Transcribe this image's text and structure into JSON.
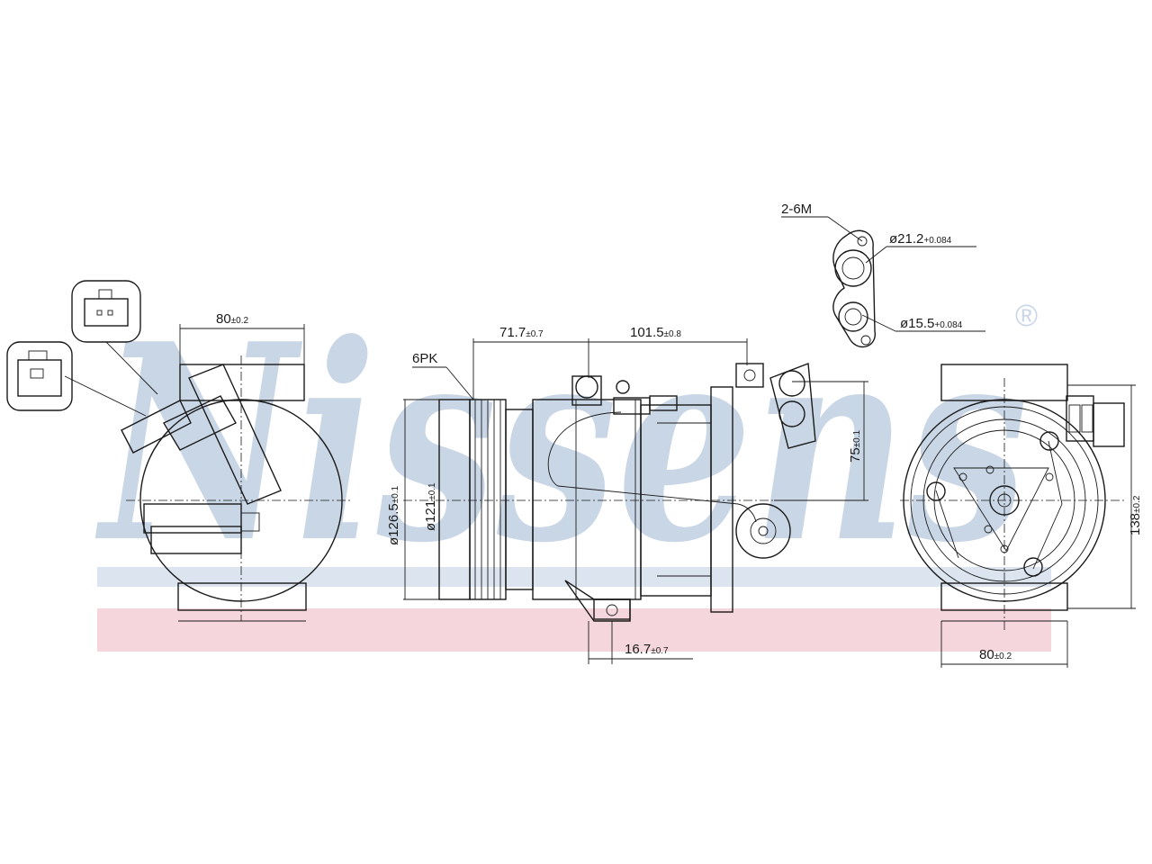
{
  "watermark": {
    "brand": "Nissens",
    "registered_mark": "®",
    "brand_color": "#c9d6e6",
    "band_color": "#f3d0d8"
  },
  "line_color": "#1a1a1a",
  "dimensions": {
    "left_width": {
      "value": "80",
      "tol": "±0.2"
    },
    "pulley_offset": {
      "value": "71.7",
      "tol": "±0.7"
    },
    "body_length": {
      "value": "101.5",
      "tol": "±0.8"
    },
    "belt": "6PK",
    "pulley_outer_dia": {
      "value": "ø126.5",
      "tol": "±0.1"
    },
    "pulley_inner_dia": {
      "value": "ø121",
      "tol": "±0.1"
    },
    "port_height": {
      "value": "75",
      "tol": "±0.1"
    },
    "mount_offset": {
      "value": "16.7",
      "tol": "±0.7"
    },
    "thread": "2-6M",
    "port_dia_1": {
      "value": "ø21.2",
      "tol": "+0.084"
    },
    "port_dia_2": {
      "value": "ø15.5",
      "tol": "+0.084"
    },
    "right_height": {
      "value": "138",
      "tol": "±0.2"
    },
    "right_width": {
      "value": "80",
      "tol": "±0.2"
    }
  }
}
